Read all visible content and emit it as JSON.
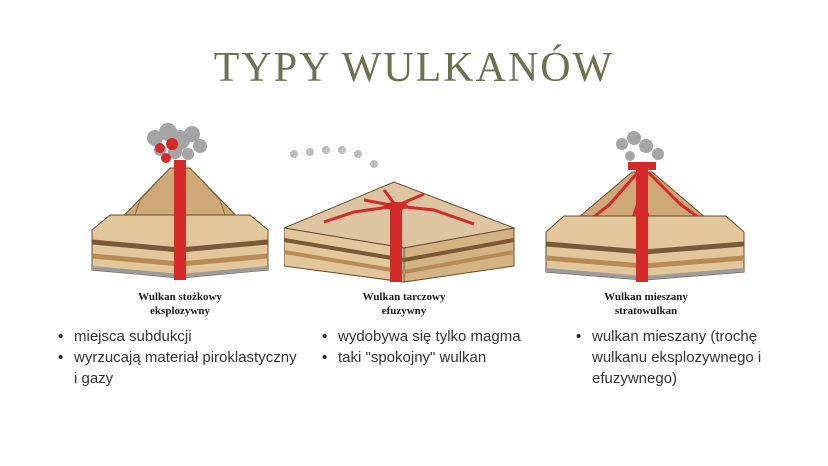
{
  "title": "TYPY WULKANÓW",
  "columns": [
    {
      "name": "col-stratovolcano-cone",
      "caption_line1": "Wulkan stożkowy",
      "caption_line2": "eksplozywny",
      "bullets": [
        "miejsca subdukcji",
        "wyrzucają materiał piroklastyczny i gazy"
      ]
    },
    {
      "name": "col-shield",
      "caption_line1": "Wulkan tarczowy",
      "caption_line2": "efuzywny",
      "bullets": [
        "wydobywa się tylko magma",
        "taki \"spokojny\" wulkan"
      ]
    },
    {
      "name": "col-mixed",
      "caption_line1": "Wulkan mieszany",
      "caption_line2": "stratowulkan",
      "bullets": [
        "wulkan mieszany (trochę wulkanu eksplozywnego i efuzywnego)"
      ]
    }
  ],
  "colors": {
    "title": "#6e7150",
    "magma": "#d42a2a",
    "rock_light": "#e3c79a",
    "rock_dark": "#b68b58",
    "ash": "#8a8a8a"
  }
}
